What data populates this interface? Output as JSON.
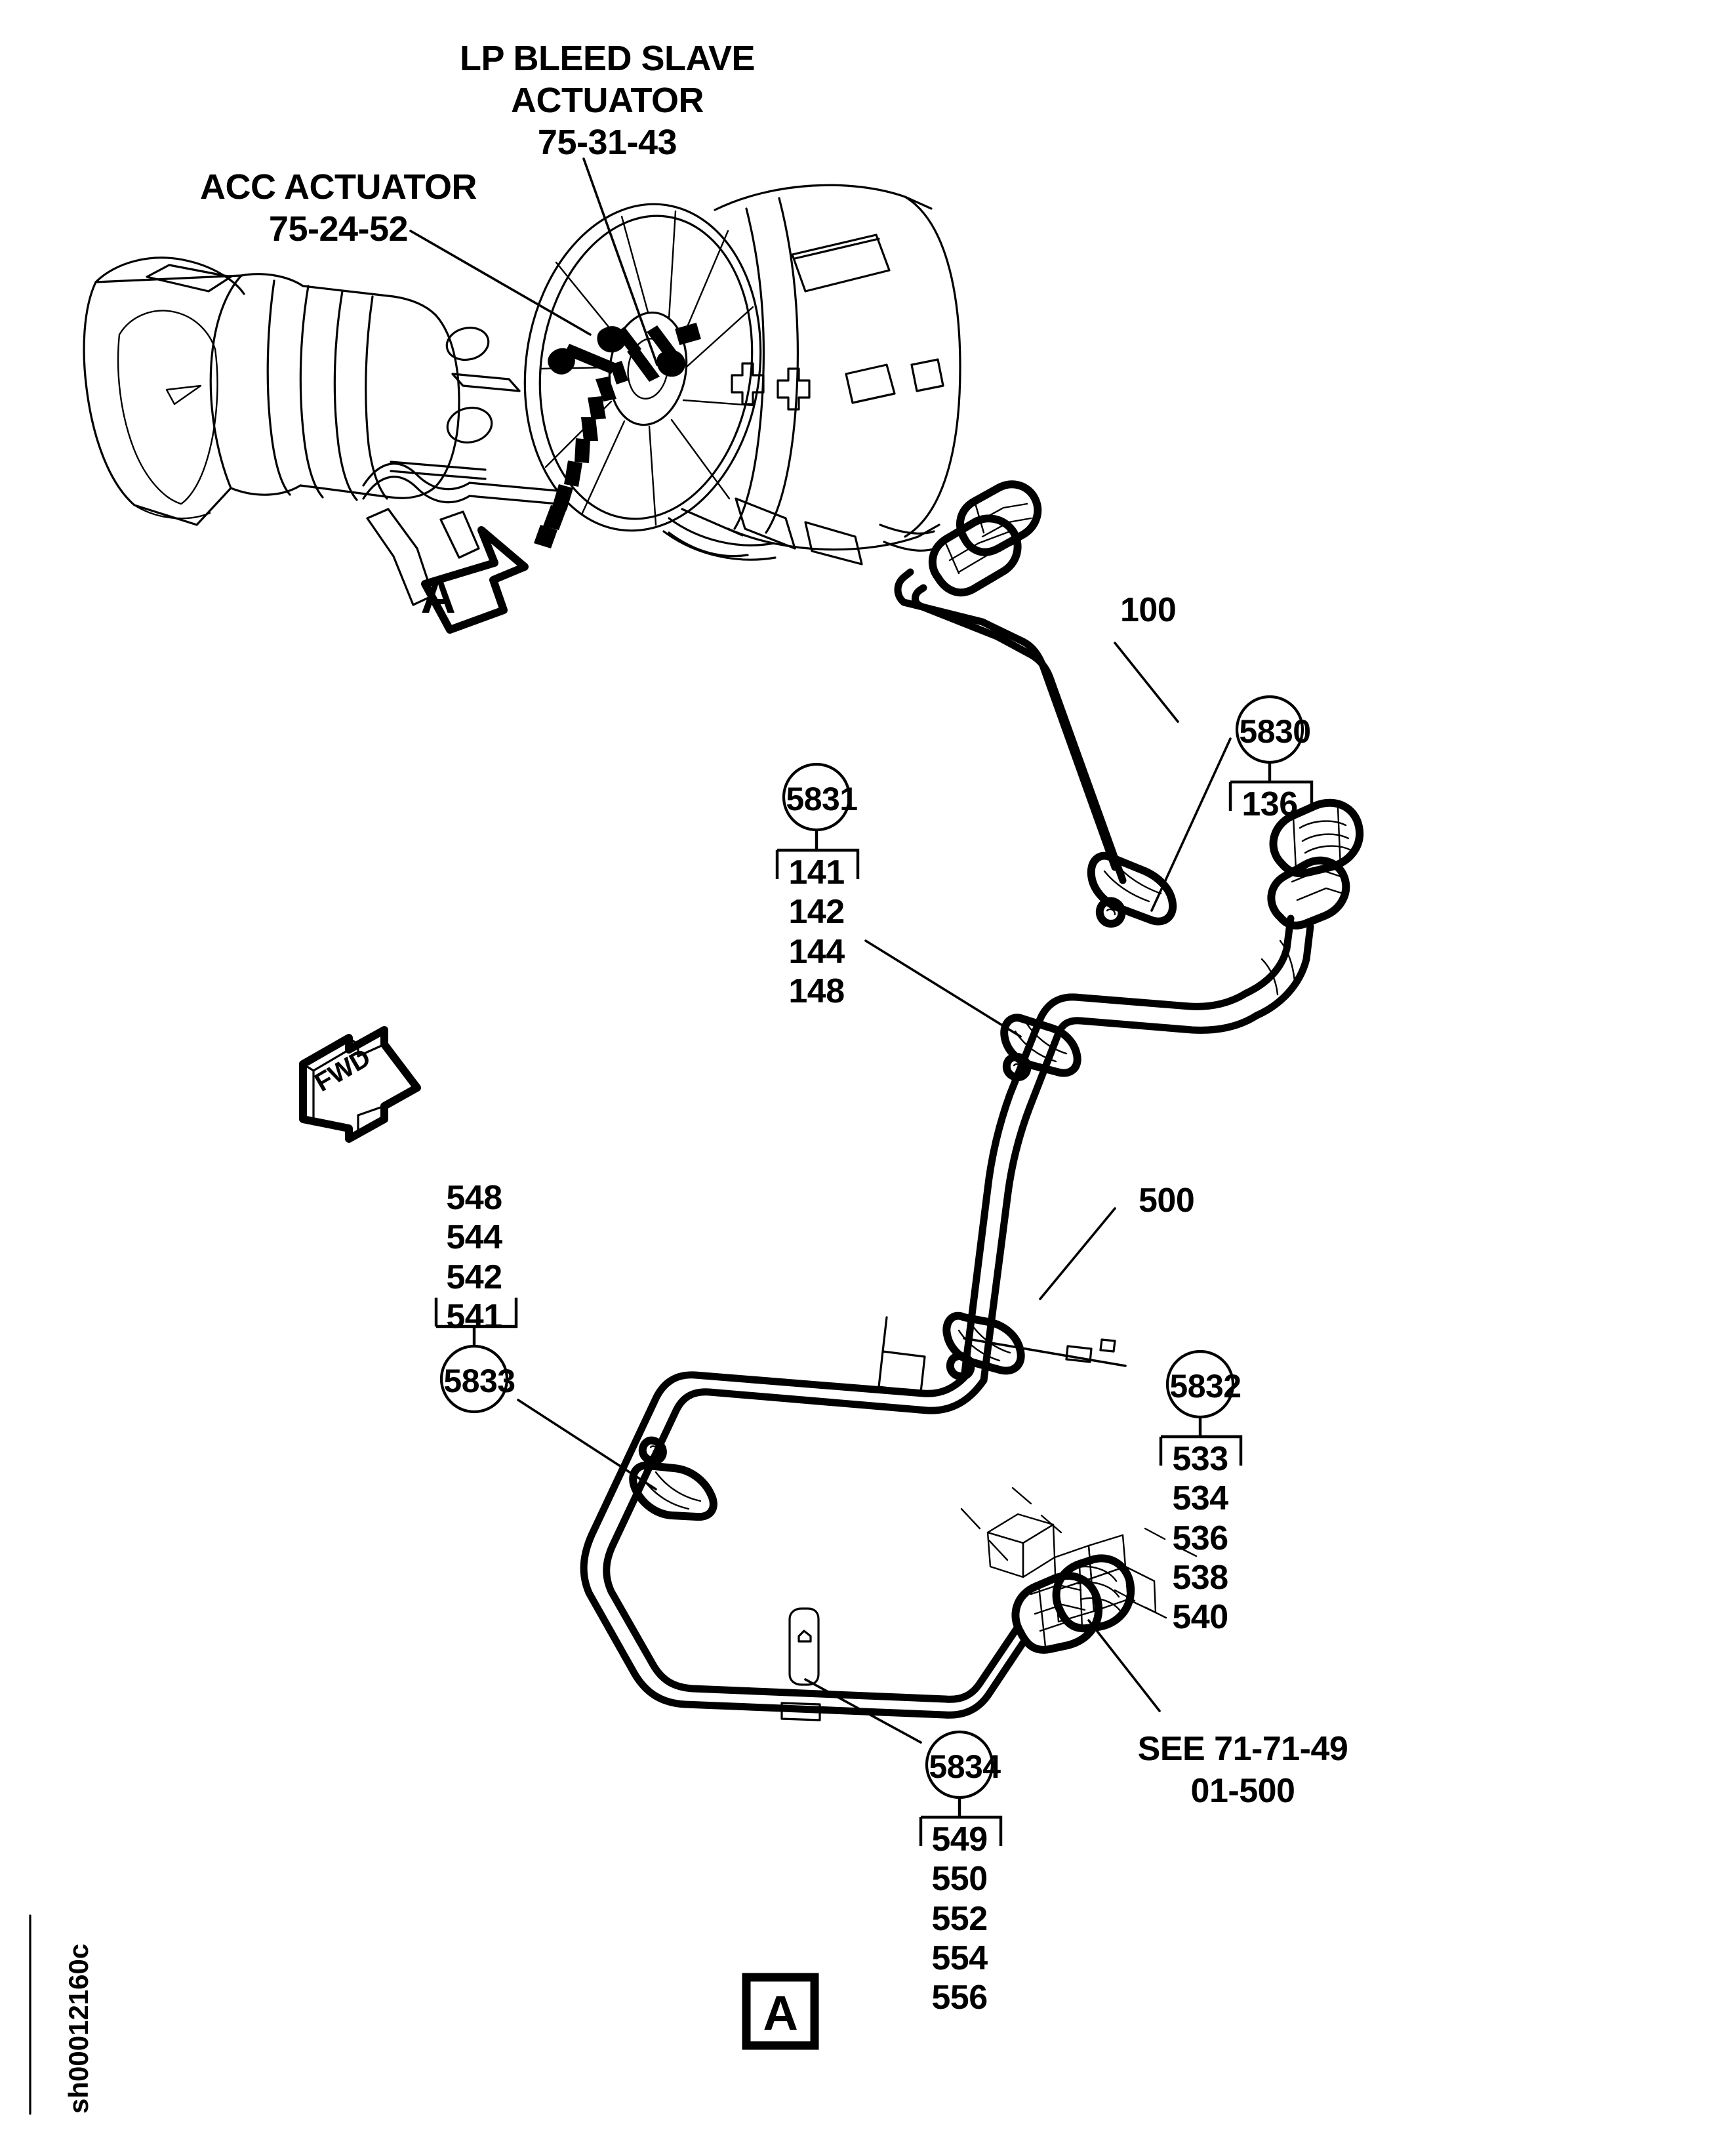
{
  "figure": {
    "sheet_code": "sh00012160c",
    "view_arrow_label": "A",
    "detail_box_label": "A",
    "fwd_arrow_label": "FWD"
  },
  "engine_view": {
    "callouts": [
      {
        "name": "lp-bleed-slave-actuator",
        "line1": "LP BLEED SLAVE",
        "line2": "ACTUATOR",
        "ref": "75-31-43"
      },
      {
        "name": "acc-actuator",
        "line1": "ACC ACTUATOR",
        "line2": "",
        "ref": "75-24-52"
      }
    ]
  },
  "pipe_labels": [
    {
      "name": "pipe-100",
      "text": "100"
    },
    {
      "name": "pipe-500",
      "text": "500"
    }
  ],
  "item_callouts": [
    {
      "id": "5830",
      "circle": "5830",
      "bracket": "above",
      "items": [
        "136"
      ]
    },
    {
      "id": "5831",
      "circle": "5831",
      "bracket": "above",
      "items": [
        "141",
        "142",
        "144",
        "148"
      ]
    },
    {
      "id": "5832",
      "circle": "5832",
      "bracket": "above",
      "items": [
        "533",
        "534",
        "536",
        "538",
        "540"
      ]
    },
    {
      "id": "5833",
      "circle": "5833",
      "bracket": "below",
      "items": [
        "548",
        "544",
        "542",
        "541"
      ]
    },
    {
      "id": "5834",
      "circle": "5834",
      "bracket": "above",
      "items": [
        "549",
        "550",
        "552",
        "554",
        "556"
      ]
    }
  ],
  "cross_reference": {
    "name": "see-reference",
    "line1": "SEE 71-71-49",
    "line2": "01-500"
  },
  "colors": {
    "ink": "#000000",
    "paper": "#ffffff"
  }
}
